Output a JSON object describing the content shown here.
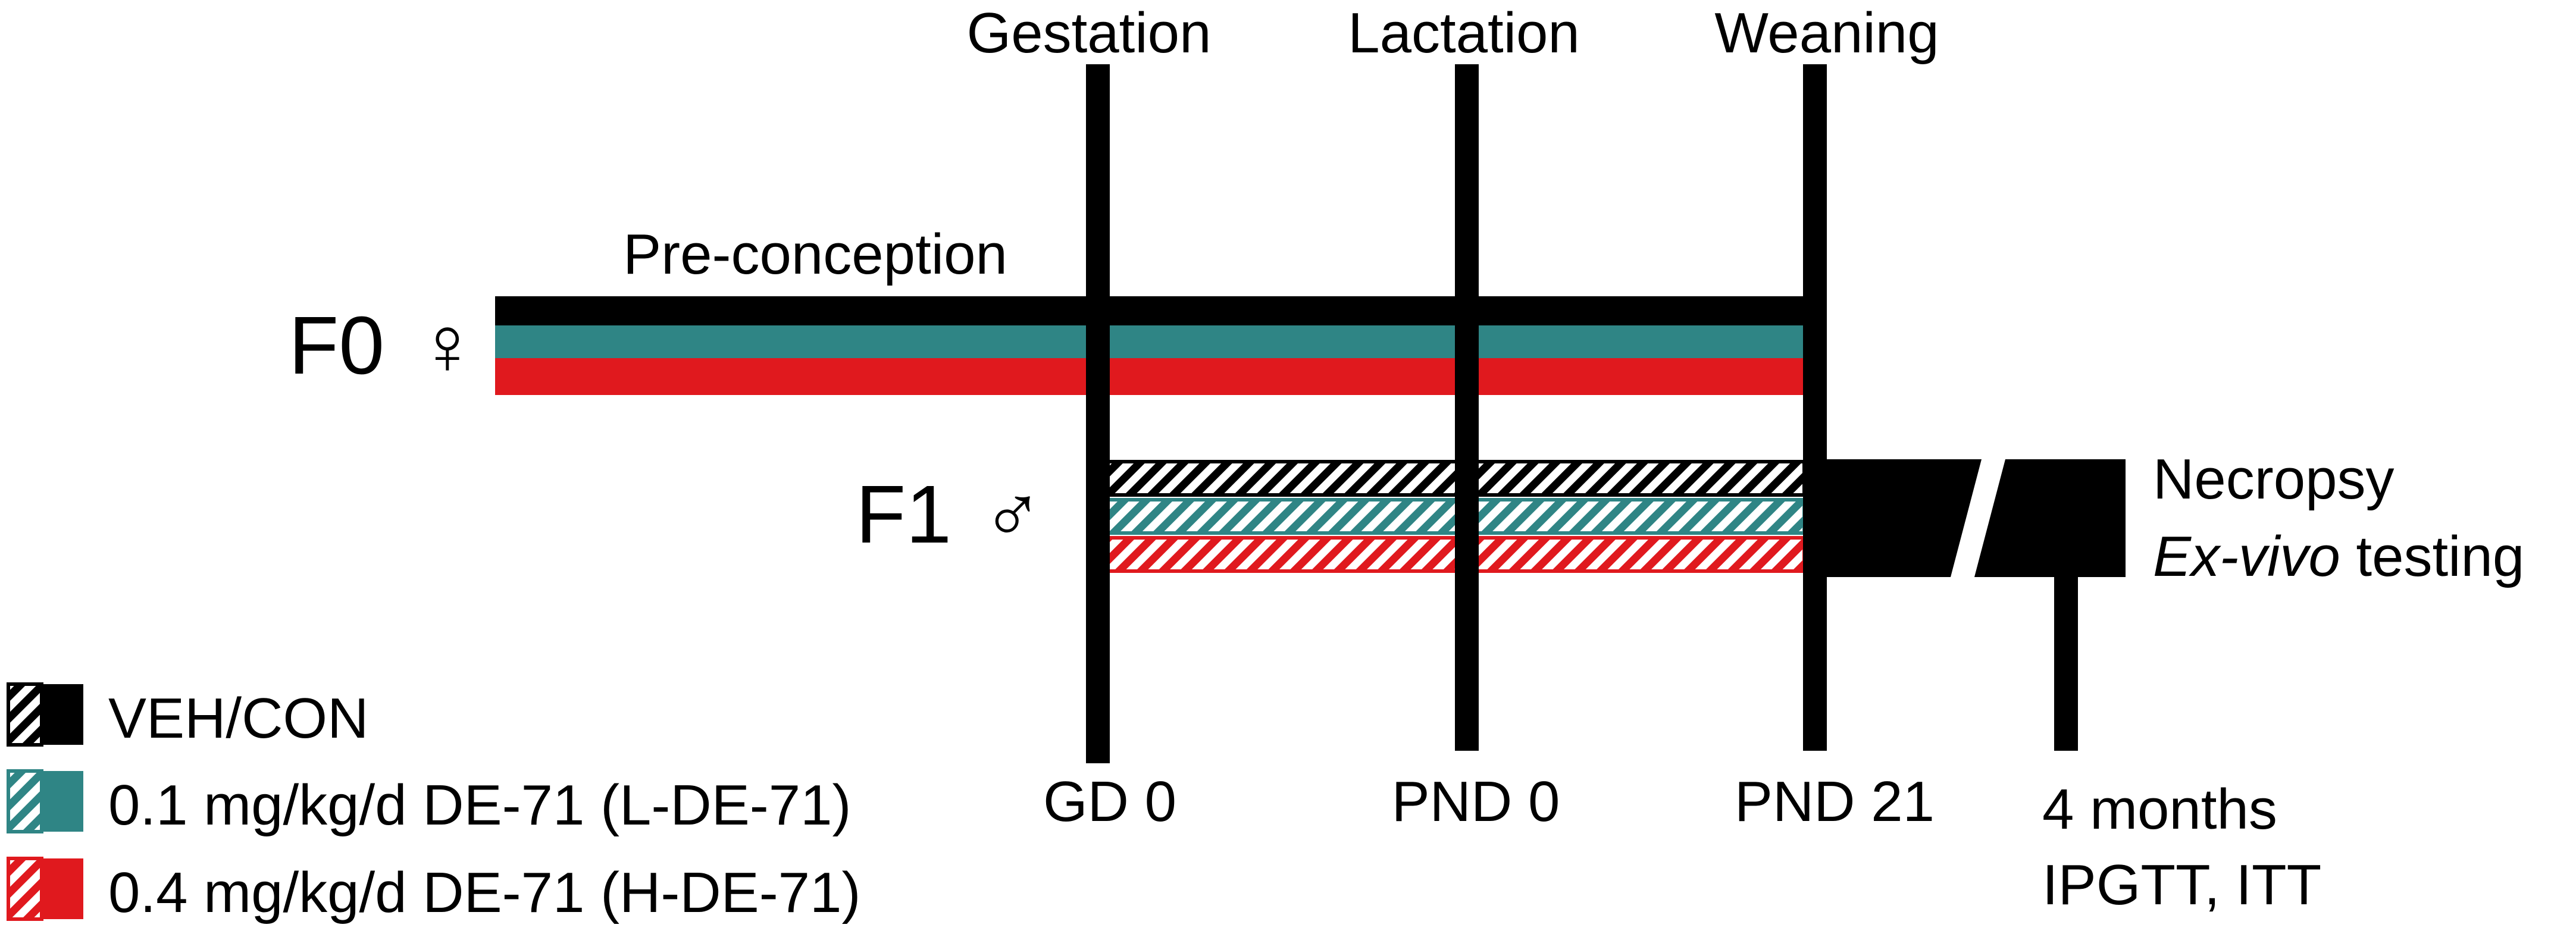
{
  "colors": {
    "black": "#000000",
    "teal": "#2f8585",
    "red": "#e0191e",
    "white": "#ffffff"
  },
  "timeline": {
    "stage_labels": [
      "Gestation",
      "Lactation",
      "Weaning"
    ],
    "preconception_label": "Pre-conception",
    "time_labels": [
      "GD 0",
      "PND 0",
      "PND 21",
      "4 months"
    ],
    "four_month_tests": "IPGTT, ITT",
    "necropsy": "Necropsy",
    "exvivo_italic": "Ex-vivo",
    "exvivo_rest": " testing"
  },
  "generations": {
    "f0": {
      "label": "F0",
      "symbol": "♀"
    },
    "f1": {
      "label": "F1",
      "symbol": "♂"
    }
  },
  "legend": [
    {
      "label": "VEH/CON",
      "color": "#000000"
    },
    {
      "label": "0.1 mg/kg/d DE-71 (L-DE-71)",
      "color": "#2f8585"
    },
    {
      "label": "0.4 mg/kg/d DE-71 (H-DE-71)",
      "color": "#e0191e"
    }
  ]
}
